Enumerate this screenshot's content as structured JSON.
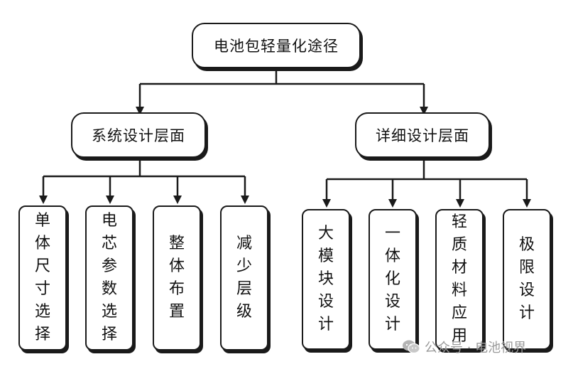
{
  "diagram": {
    "root": {
      "label": "电池包轻量化途径"
    },
    "branches": [
      {
        "label": "系统设计层面",
        "leaves": [
          "单体尺寸选择",
          "电芯参数选择",
          "整体布置",
          "减少层级"
        ]
      },
      {
        "label": "详细设计层面",
        "leaves": [
          "大模块设计",
          "一体化设计",
          "轻质材料应用",
          "极限设计"
        ]
      }
    ]
  },
  "watermark": {
    "text": "公众号 · 电池视界",
    "icon": "wechat-icon"
  },
  "colors": {
    "line": "#1a1a1a",
    "watermark": "#9a9a9a"
  }
}
